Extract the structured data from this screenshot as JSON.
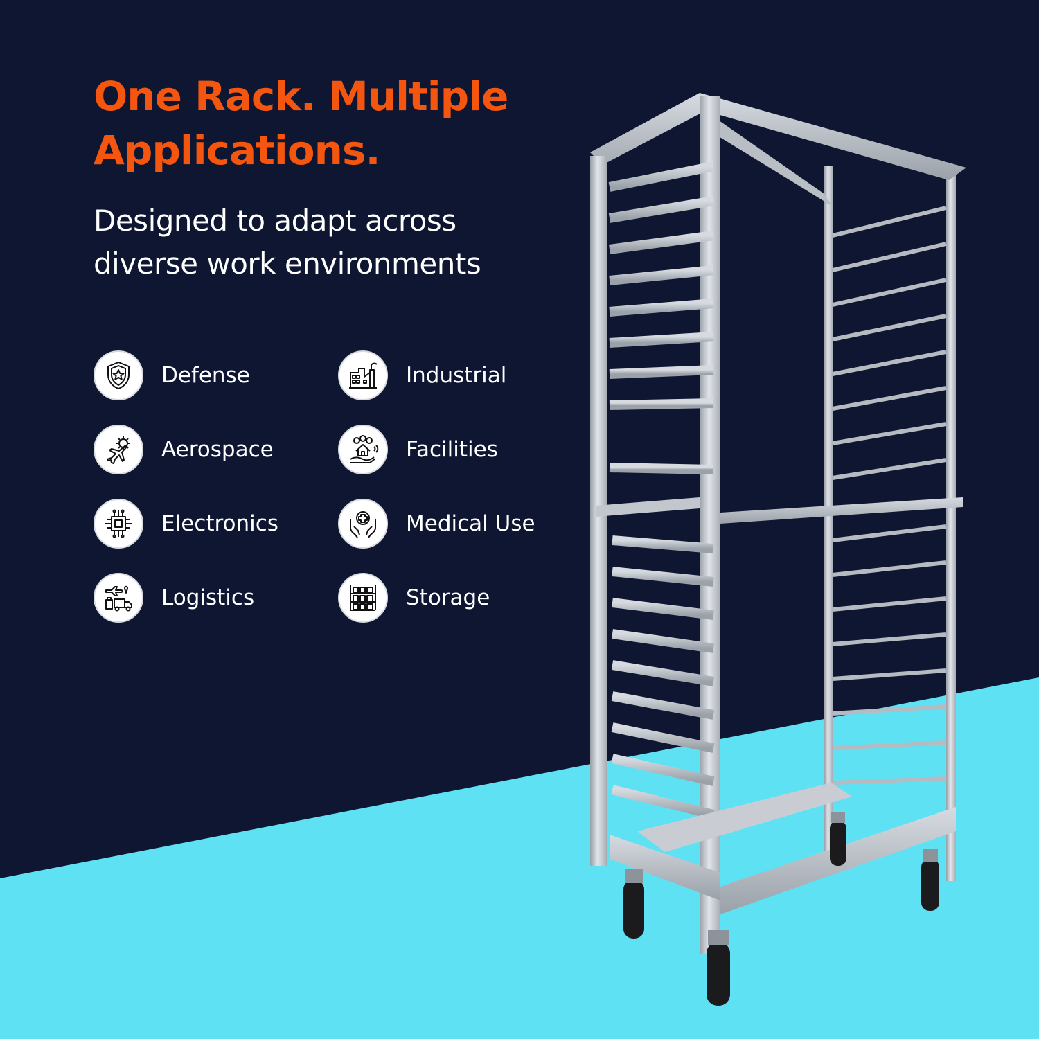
{
  "headline": "One Rack. Multiple Applications.",
  "subhead": "Designed to adapt across diverse work environments",
  "applications": [
    {
      "label": "Defense",
      "icon": "shield-star-icon"
    },
    {
      "label": "Industrial",
      "icon": "factory-icon"
    },
    {
      "label": "Aerospace",
      "icon": "airplane-gear-icon"
    },
    {
      "label": "Facilities",
      "icon": "house-hand-icon"
    },
    {
      "label": "Electronics",
      "icon": "microchip-icon"
    },
    {
      "label": "Medical Use",
      "icon": "medical-hands-icon"
    },
    {
      "label": "Logistics",
      "icon": "plane-truck-icon"
    },
    {
      "label": "Storage",
      "icon": "warehouse-shelf-icon"
    }
  ],
  "colors": {
    "background": "#0f1631",
    "accent": "#f4560f",
    "floor": "#5fe1f4",
    "text": "#ffffff"
  }
}
